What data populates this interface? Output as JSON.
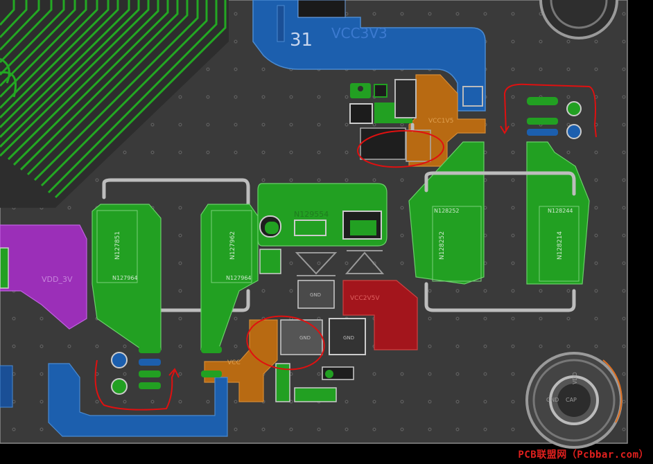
{
  "labels": {
    "net_number": "31",
    "vcc3v3": "VCC3V3",
    "vcc1v5": "VCC1V5",
    "vdd_3v": "VDD_3V",
    "vcc2v5v": "VCC2V5V",
    "n127851": "N127851",
    "n127962": "N127962",
    "n127964a": "N127964",
    "n127964b": "N127964",
    "n129554": "N129554",
    "n128252a": "N128252",
    "n128252b": "N128252",
    "n128214": "N128214",
    "n128244": "N128244",
    "vcc_small": "VCC",
    "gnd_a": "GND",
    "gnd_b": "GND",
    "gnd_c": "GND",
    "gnd_d": "GND",
    "cap": "CAP",
    "vdd_small": "VDD"
  },
  "watermark": "PCB联盟网（Pcbbar.com）",
  "colors": {
    "background": "#000000",
    "board": "#3a3a3a",
    "green_copper": "#22a022",
    "blue_copper": "#1c5fae",
    "orange_copper": "#b86a12",
    "purple_copper": "#9b2fb8",
    "red_copper": "#a3151c",
    "silk": "#bdbdbd",
    "highlight": "#e01010"
  }
}
